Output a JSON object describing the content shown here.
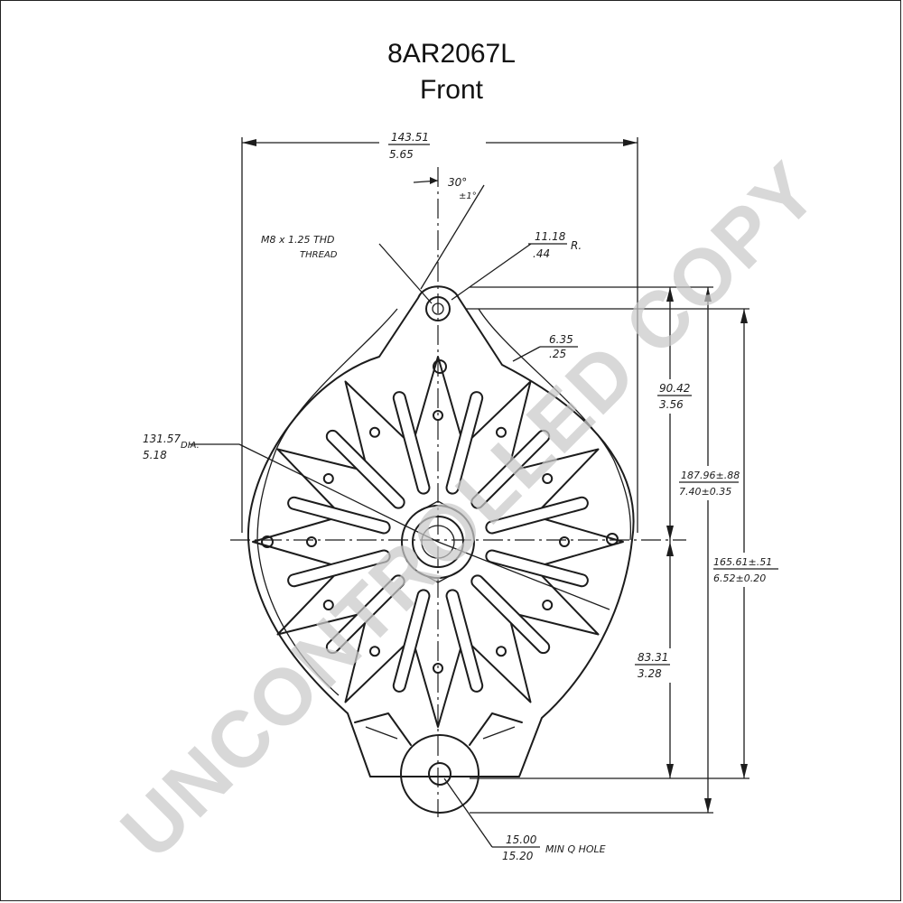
{
  "title": {
    "part_number": "8AR2067L",
    "view": "Front"
  },
  "dimensions": {
    "overall_width": {
      "mm": "143.51",
      "in": "5.65"
    },
    "angle": {
      "value": "30°",
      "tol": "±1°"
    },
    "thread": {
      "line1": "M8 x 1.25 THD",
      "line2": "THREAD"
    },
    "top_radius": {
      "mm": "11.18",
      "in": ".44",
      "suffix": "R."
    },
    "slot": {
      "mm": "6.35",
      "in": ".25"
    },
    "body_dia": {
      "mm": "131.57",
      "in": "5.18",
      "suffix": "DIA."
    },
    "top_height": {
      "mm": "90.42",
      "in": "3.56"
    },
    "centers_a": {
      "mm": "187.96±.88",
      "in": "7.40±0.35"
    },
    "centers_b": {
      "mm": "165.61±.51",
      "in": "6.52±0.20"
    },
    "bottom_height": {
      "mm": "83.31",
      "in": "3.28"
    },
    "bottom_hole": {
      "mm": "15.00",
      "in": "15.20",
      "suffix": "MIN Q HOLE"
    }
  },
  "watermark": "UNCONTROLLED COPY"
}
